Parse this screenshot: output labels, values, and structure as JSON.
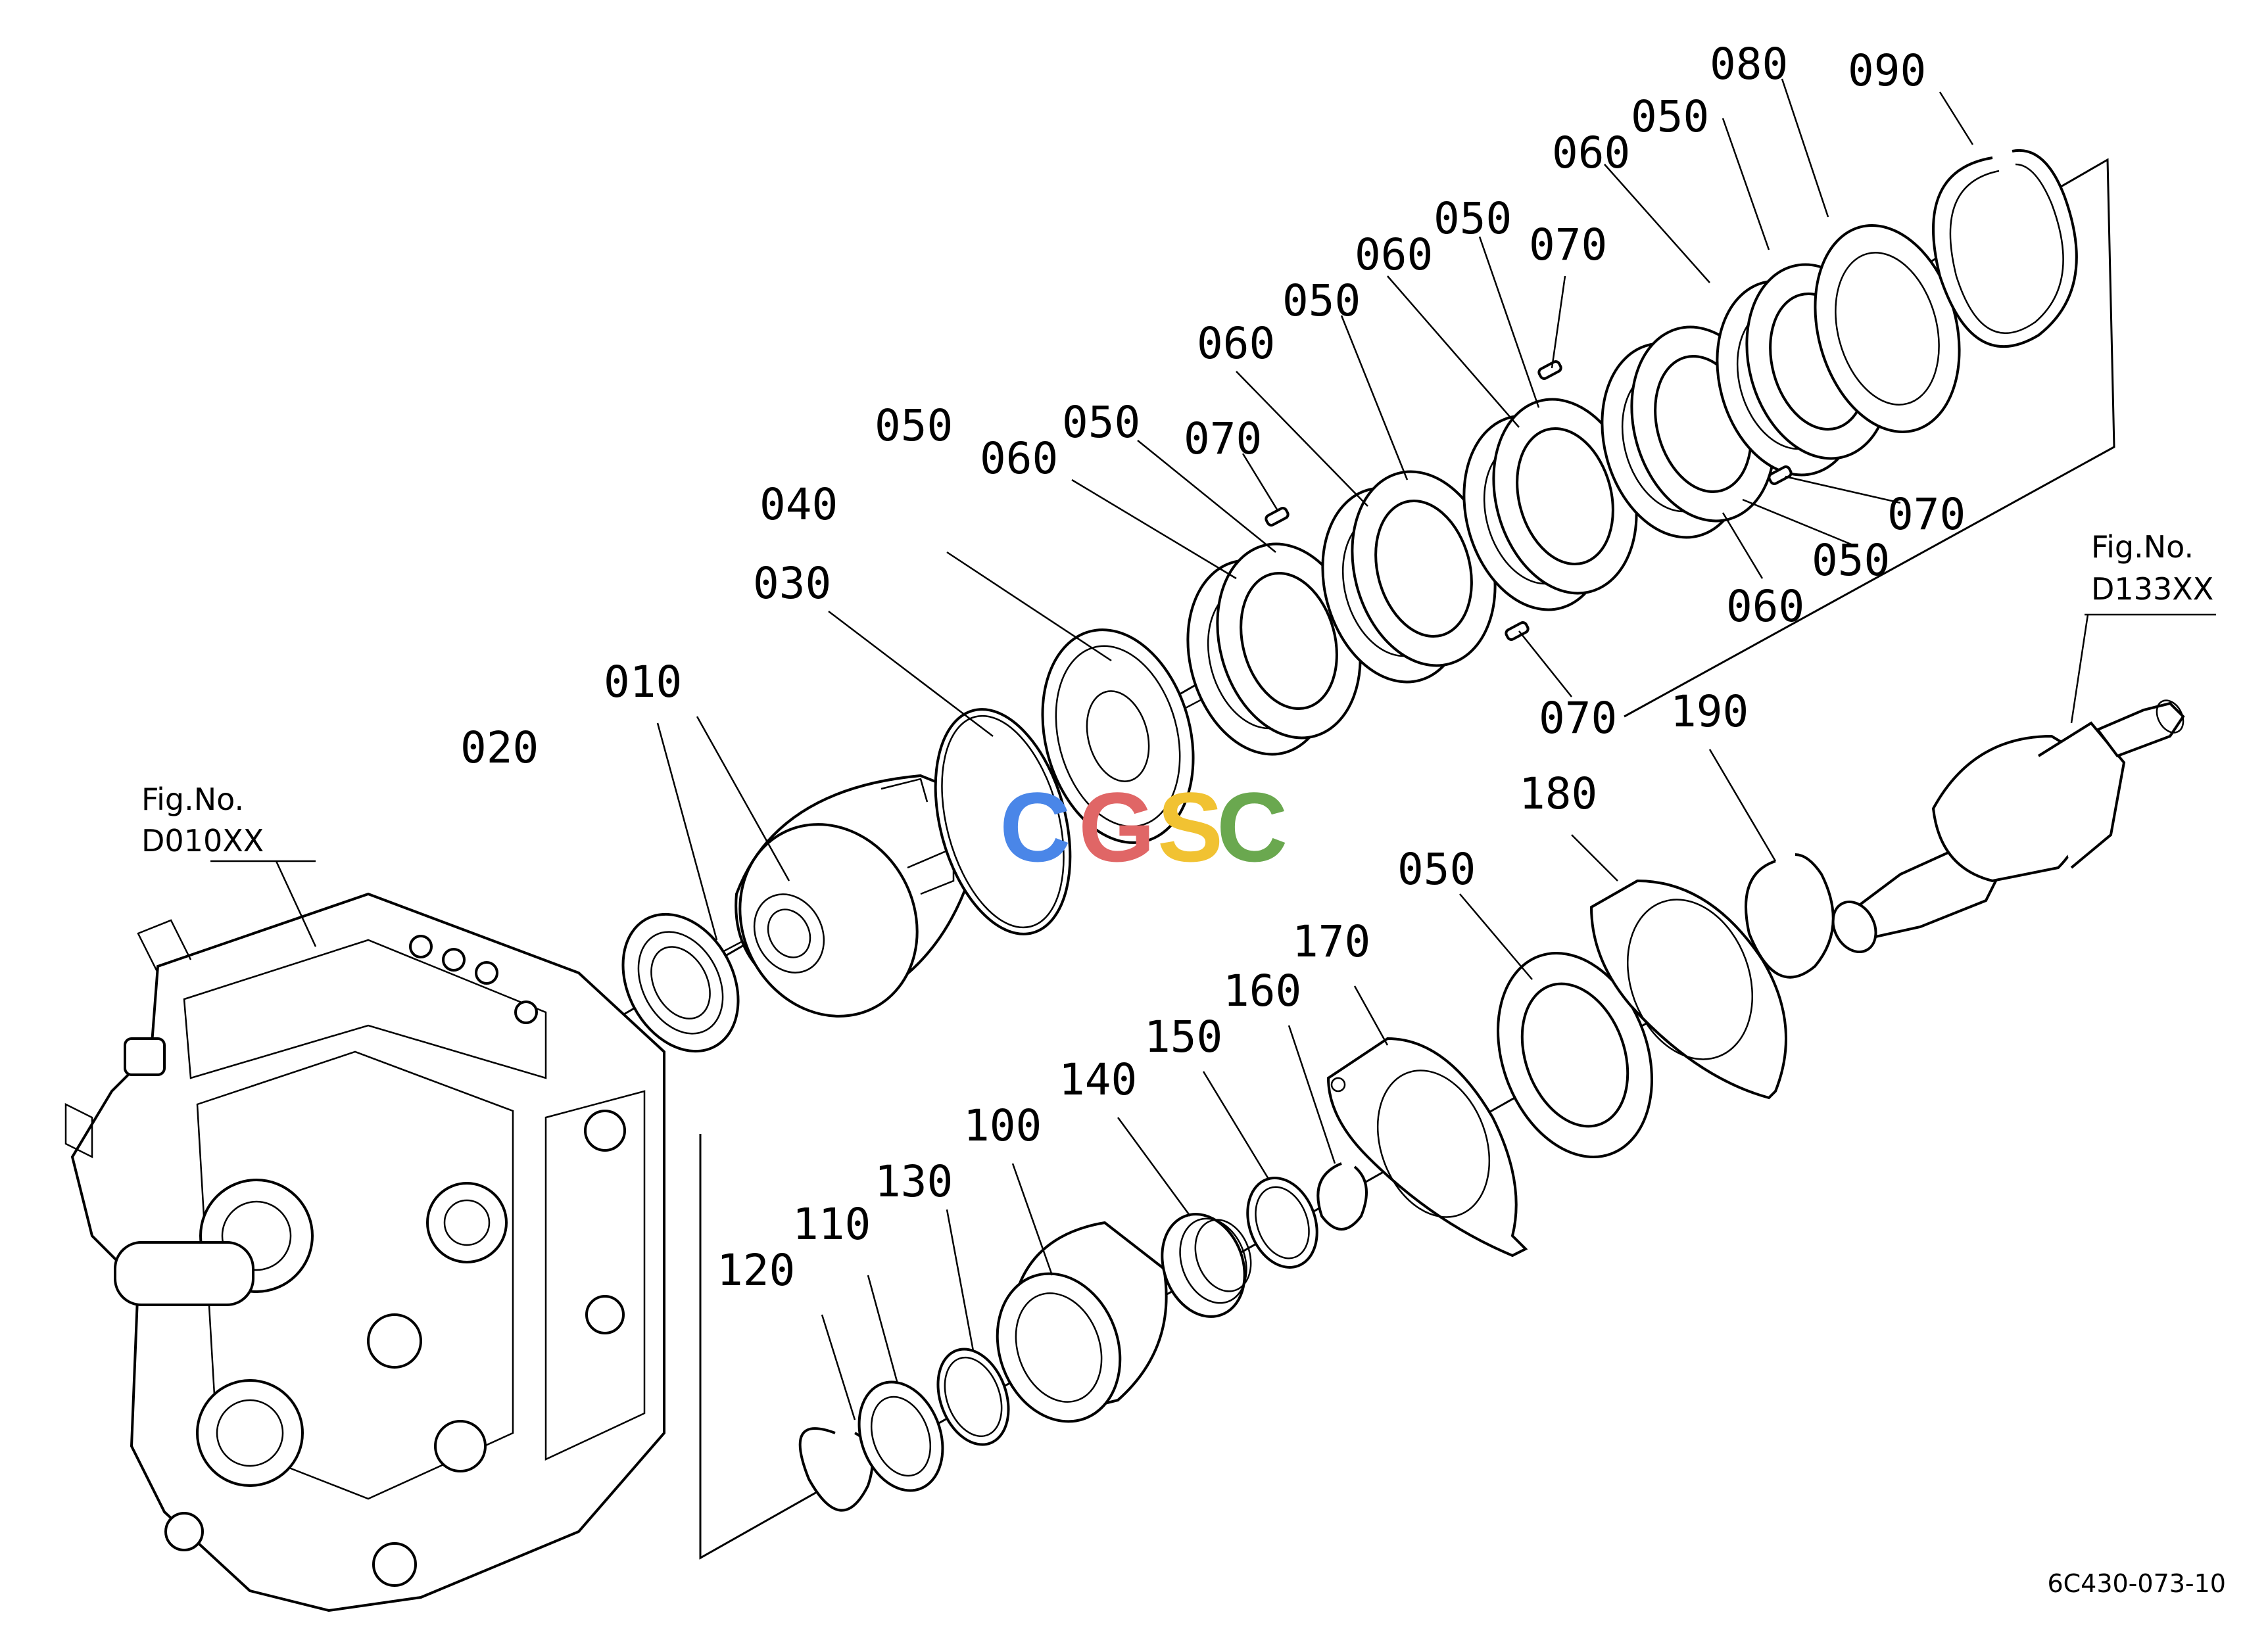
{
  "figure_code": "6C430-073-10",
  "watermark": {
    "letters": [
      "C",
      "G",
      "S",
      "C"
    ],
    "colors": [
      "#4a86e8",
      "#e06666",
      "#f1c232",
      "#6aa84f"
    ]
  },
  "fig_refs": [
    {
      "title": "Fig.No.",
      "code": "D010XX"
    },
    {
      "title": "Fig.No.",
      "code": "D133XX"
    }
  ],
  "callouts": [
    {
      "text": "010"
    },
    {
      "text": "020"
    },
    {
      "text": "030"
    },
    {
      "text": "040"
    },
    {
      "text": "050"
    },
    {
      "text": "060"
    },
    {
      "text": "050"
    },
    {
      "text": "060"
    },
    {
      "text": "050"
    },
    {
      "text": "060"
    },
    {
      "text": "050"
    },
    {
      "text": "060"
    },
    {
      "text": "050"
    },
    {
      "text": "080"
    },
    {
      "text": "090"
    },
    {
      "text": "070"
    },
    {
      "text": "070"
    },
    {
      "text": "070"
    },
    {
      "text": "070"
    },
    {
      "text": "050"
    },
    {
      "text": "060"
    },
    {
      "text": "100"
    },
    {
      "text": "110"
    },
    {
      "text": "120"
    },
    {
      "text": "130"
    },
    {
      "text": "140"
    },
    {
      "text": "150"
    },
    {
      "text": "160"
    },
    {
      "text": "170"
    },
    {
      "text": "050"
    },
    {
      "text": "180"
    },
    {
      "text": "190"
    }
  ]
}
